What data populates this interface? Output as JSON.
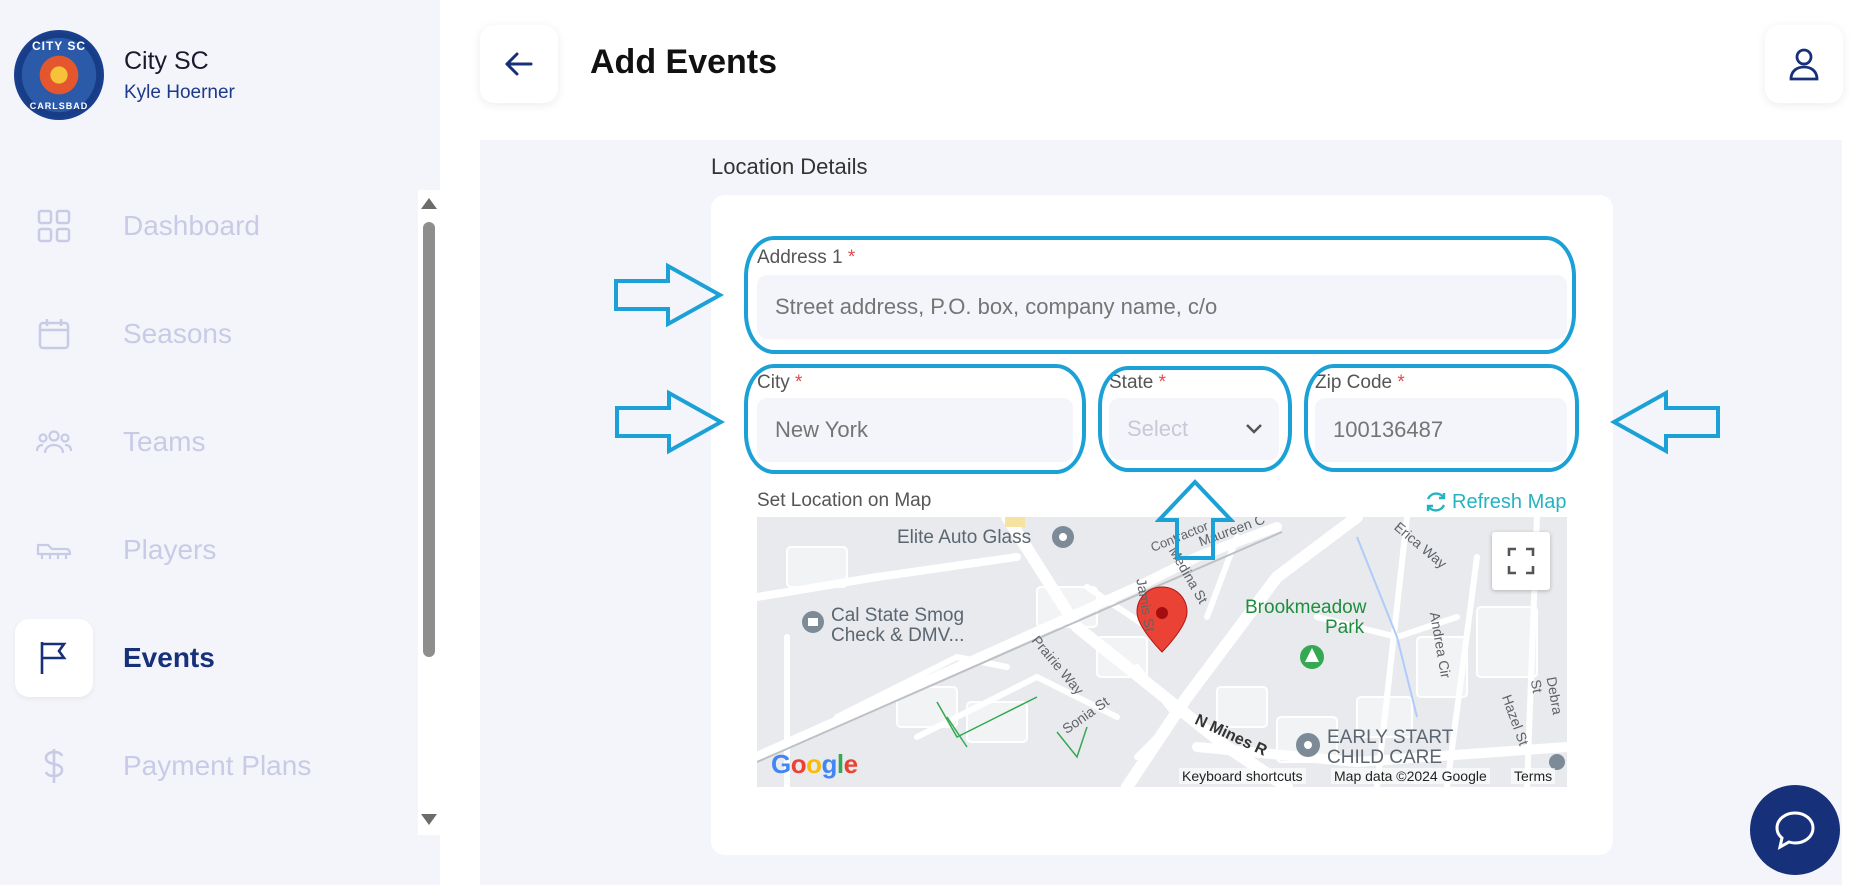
{
  "sidebar": {
    "org_name": "City SC",
    "user_name": "Kyle Hoerner",
    "logo_text_top": "CITY SC",
    "logo_text_bottom": "CARLSBAD",
    "items": [
      {
        "label": "Dashboard",
        "icon": "grid-icon",
        "active": false
      },
      {
        "label": "Seasons",
        "icon": "calendar-icon",
        "active": false
      },
      {
        "label": "Teams",
        "icon": "group-icon",
        "active": false
      },
      {
        "label": "Players",
        "icon": "cleat-icon",
        "active": false
      },
      {
        "label": "Events",
        "icon": "flag-icon",
        "active": true
      },
      {
        "label": "Payment Plans",
        "icon": "dollar-icon",
        "active": false
      }
    ]
  },
  "header": {
    "title": "Add Events"
  },
  "form": {
    "section_title": "Location Details",
    "address1": {
      "label": "Address 1",
      "required_mark": "*",
      "placeholder": "Street address, P.O. box, company name, c/o"
    },
    "city": {
      "label": "City",
      "required_mark": "*",
      "placeholder": "New York"
    },
    "state": {
      "label": "State",
      "required_mark": "*",
      "value": "Select"
    },
    "zip": {
      "label": "Zip Code",
      "required_mark": "*",
      "placeholder": "100136487"
    },
    "map_label": "Set Location on Map",
    "refresh_label": "Refresh Map"
  },
  "map": {
    "labels": {
      "elite": "Elite Auto Glass",
      "calstate1": "Cal State Smog",
      "calstate2": "Check & DMV...",
      "brook1": "Brookmeadow",
      "brook2": "Park",
      "early1": "EARLY START",
      "early2": "CHILD CARE",
      "medina": "Medina St",
      "jamis": "Jamis St",
      "prairie": "Prairie Way",
      "sonia": "Sonia St",
      "nmines": "N Mines R",
      "andrea": "Andrea Cir",
      "erica": "Erica Way",
      "debra": "Debra St",
      "hazel": "Hazel St",
      "maureen": "Maureen C",
      "contractor": "Contractor"
    },
    "google": "Google",
    "footer": {
      "shortcuts": "Keyboard shortcuts",
      "mapdata": "Map data ©2024 Google",
      "terms": "Terms"
    }
  },
  "colors": {
    "brand": "#17307a",
    "accent": "#24b3bf",
    "annotation": "#1ba1d6",
    "required": "#e24b4b"
  }
}
